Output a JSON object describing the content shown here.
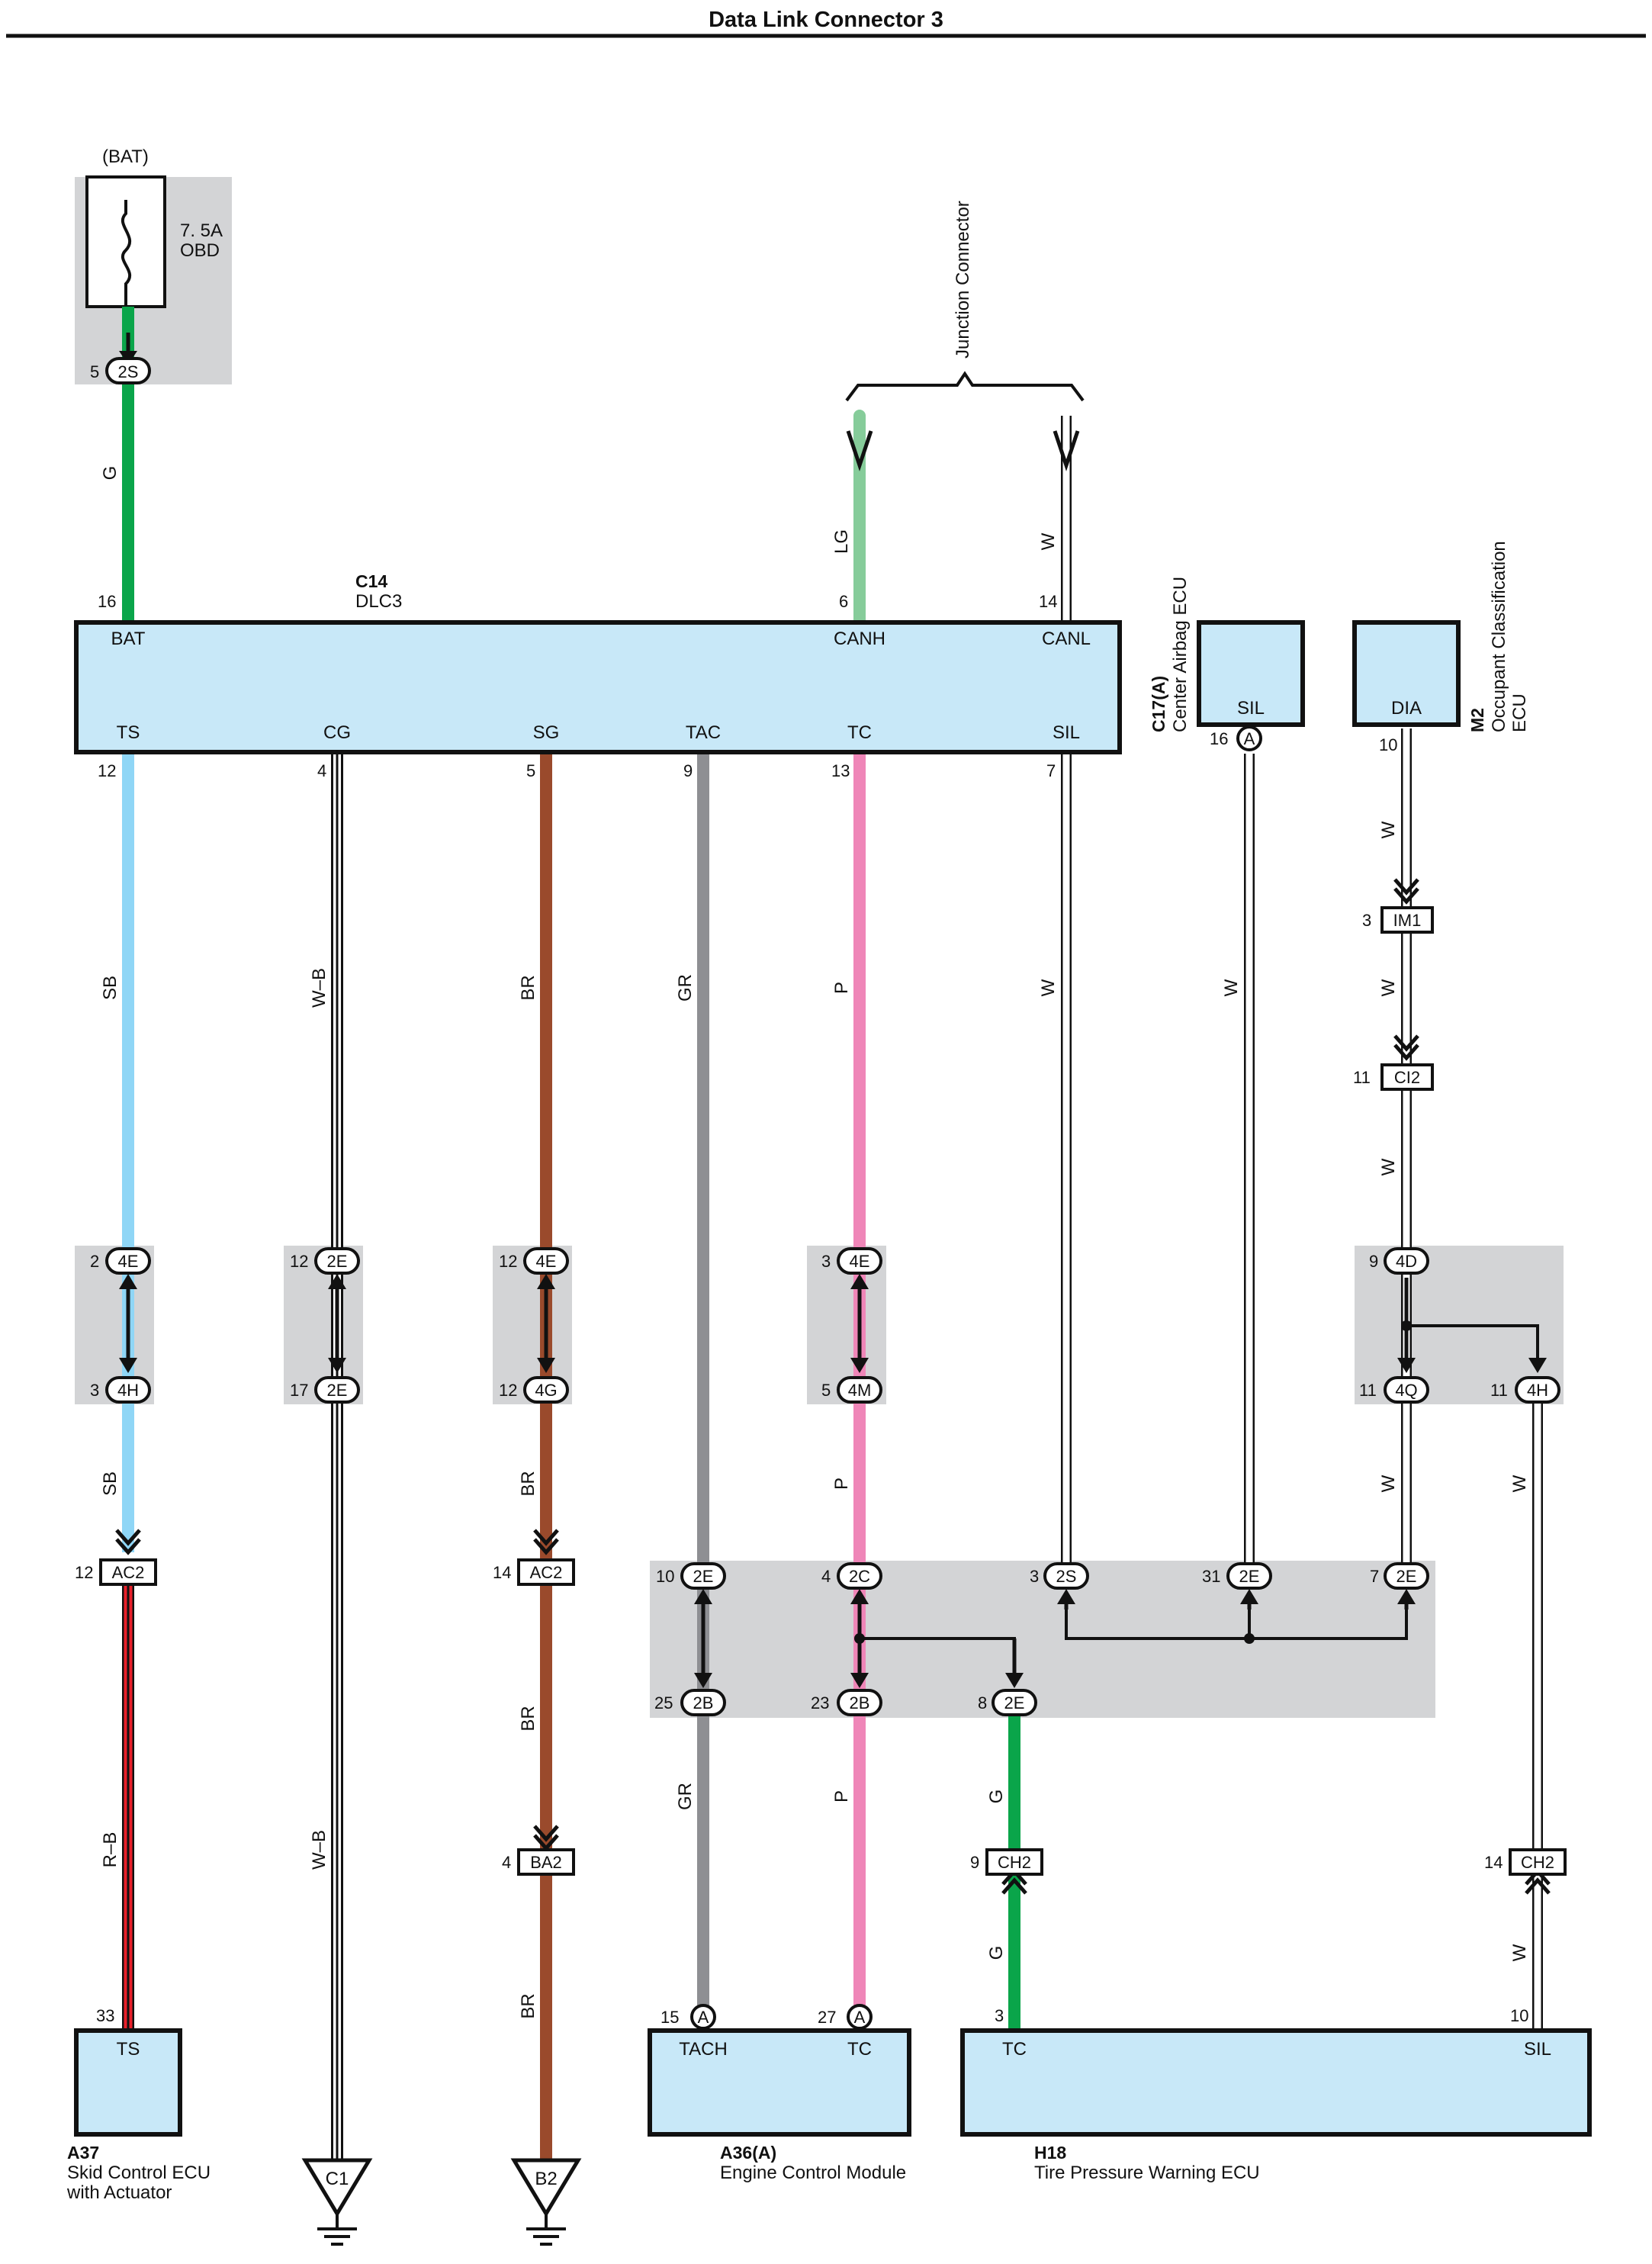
{
  "title": "Data Link Connector 3",
  "colors": {
    "G": "#0aa54a",
    "LG": "#86cc9a",
    "W": "#ffffff",
    "SB": "#8fd6f6",
    "W-B": "#ffffff",
    "BR": "#9a4a2c",
    "GR": "#8e8f93",
    "P": "#ef86b8",
    "R-B": "#e8202a",
    "component": "#c8e8f8",
    "junction": "#d3d4d6"
  },
  "fuse": {
    "source": "(BAT)",
    "rating": "7. 5A",
    "name": "OBD"
  },
  "junction_connector": "Junction Connector",
  "dlc3": {
    "code": "C14",
    "name": "DLC3",
    "top_pins": [
      {
        "num": "16",
        "term": "BAT"
      },
      {
        "num": "6",
        "term": "CANH"
      },
      {
        "num": "14",
        "term": "CANL"
      }
    ],
    "bottom_pins": [
      {
        "num": "12",
        "term": "TS"
      },
      {
        "num": "4",
        "term": "CG"
      },
      {
        "num": "5",
        "term": "SG"
      },
      {
        "num": "9",
        "term": "TAC"
      },
      {
        "num": "13",
        "term": "TC"
      },
      {
        "num": "7",
        "term": "SIL"
      }
    ]
  },
  "c17": {
    "code": "C17(A)",
    "name": "Center Airbag ECU",
    "term": "SIL",
    "pin": "16",
    "conn": "A"
  },
  "m2": {
    "code": "M2",
    "name1": "Occupant Classification",
    "name2": "ECU",
    "term": "DIA",
    "pin": "10"
  },
  "connectors": {
    "bat_2s": {
      "pin": "5",
      "id": "2S"
    },
    "im1": {
      "pin": "3",
      "id": "IM1"
    },
    "ci2": {
      "pin": "11",
      "id": "CI2"
    },
    "sb_top": {
      "pin": "2",
      "id": "4E"
    },
    "sb_bot": {
      "pin": "3",
      "id": "4H"
    },
    "wb_top": {
      "pin": "12",
      "id": "2E"
    },
    "wb_bot": {
      "pin": "17",
      "id": "2E"
    },
    "br_top": {
      "pin": "12",
      "id": "4E"
    },
    "br_bot": {
      "pin": "12",
      "id": "4G"
    },
    "p_top": {
      "pin": "3",
      "id": "4E"
    },
    "p_bot": {
      "pin": "5",
      "id": "4M"
    },
    "w_4d": {
      "pin": "9",
      "id": "4D"
    },
    "w_4q": {
      "pin": "11",
      "id": "4Q"
    },
    "w_4h": {
      "pin": "11",
      "id": "4H"
    },
    "ac2_sb": {
      "pin": "12",
      "id": "AC2"
    },
    "ac2_br": {
      "pin": "14",
      "id": "AC2"
    },
    "gr_2e": {
      "pin": "10",
      "id": "2E"
    },
    "p_2c": {
      "pin": "4",
      "id": "2C"
    },
    "w_2s": {
      "pin": "3",
      "id": "2S"
    },
    "w_31": {
      "pin": "31",
      "id": "2E"
    },
    "w_7": {
      "pin": "7",
      "id": "2E"
    },
    "gr_2b": {
      "pin": "25",
      "id": "2B"
    },
    "p_2b": {
      "pin": "23",
      "id": "2B"
    },
    "g_2e": {
      "pin": "8",
      "id": "2E"
    },
    "ba2": {
      "pin": "4",
      "id": "BA2"
    },
    "ch2_g": {
      "pin": "9",
      "id": "CH2"
    },
    "ch2_w": {
      "pin": "14",
      "id": "CH2"
    }
  },
  "a37": {
    "code": "A37",
    "name1": "Skid Control ECU",
    "name2": "with Actuator",
    "term": "TS",
    "pin": "33"
  },
  "a36": {
    "code": "A36(A)",
    "name": "Engine Control Module",
    "term1": "TACH",
    "term2": "TC",
    "pin1": "15",
    "pin2": "27",
    "conn": "A"
  },
  "h18": {
    "code": "H18",
    "name": "Tire Pressure Warning ECU",
    "term1": "TC",
    "term2": "SIL",
    "pin1": "3",
    "pin2": "10"
  },
  "grounds": {
    "c1": "C1",
    "b2": "B2"
  },
  "wire_labels": {
    "g": "G",
    "lg": "LG",
    "w": "W",
    "sb": "SB",
    "wb": "W–B",
    "br": "BR",
    "gr": "GR",
    "p": "P",
    "rb": "R–B"
  }
}
